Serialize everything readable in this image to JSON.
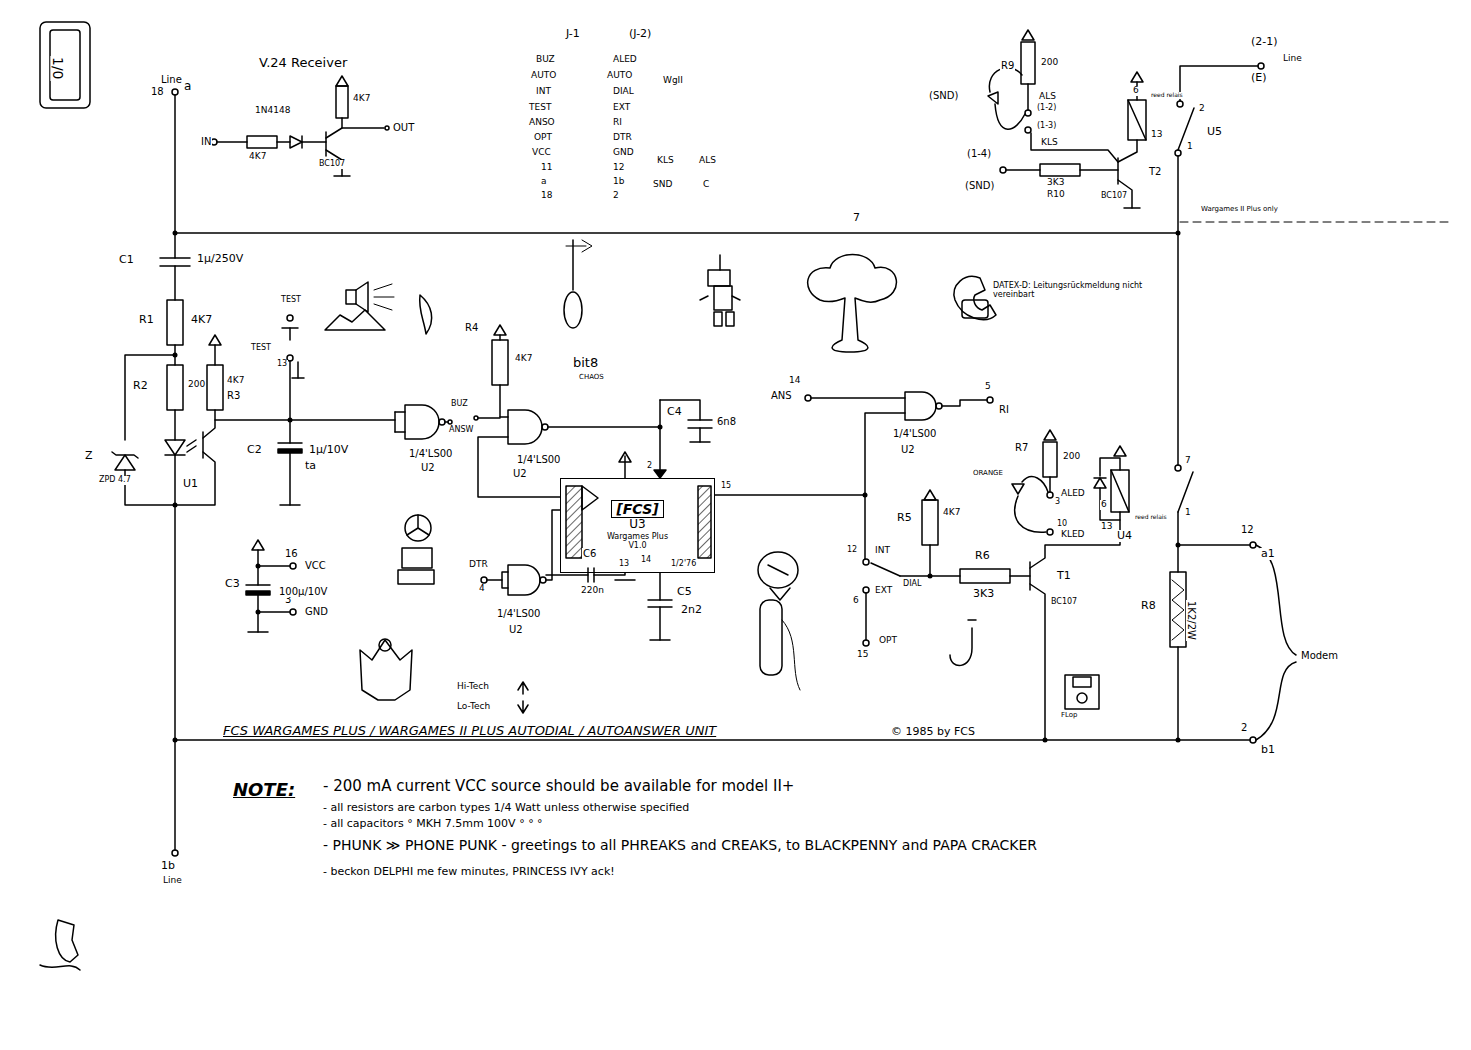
{
  "diagram": {
    "title": "FCS WARGAMES PLUS / WARGAMES II PLUS AUTODIAL / AUTOANSWER UNIT",
    "nodes": [
      {
        "text": [
          "[FCS]",
          "U3",
          "Wargames Plus",
          "V1.0"
        ]
      }
    ],
    "labels": [
      "1/0",
      "Line",
      "18",
      "a",
      "V.24 Receiver",
      "1N4148",
      "4K7",
      "OUT",
      "IN",
      "4K7",
      "BC107",
      "J-1",
      "(J-2)",
      "BUZ",
      "ALED",
      "AUTO",
      "AUTO",
      "WgII",
      "INT",
      "DIAL",
      "TEST",
      "EXT",
      "ANSO",
      "RI",
      "OPT",
      "DTR",
      "VCC",
      "GND",
      "KLS",
      "ALS",
      "11",
      "12",
      "a",
      "1b",
      "SND",
      "C",
      "18",
      "2",
      "R9",
      "200",
      "ALS",
      "(SND)",
      "(1-2)",
      "(1-3)",
      "KLS",
      "(1-4)",
      "(SND)",
      "3K3",
      "R10",
      "BC107",
      "T2",
      "6",
      "13",
      "2",
      "1",
      "U5",
      "(2-1)",
      "Line",
      "(E)",
      "Wargames II Plus only",
      "7",
      "C1",
      "1µ/250V",
      "R1",
      "4K7",
      "R2",
      "200",
      "Z",
      "ZPD 4.7",
      "4K7",
      "R3",
      "U1",
      "TEST",
      "TEST",
      "13",
      "C2",
      "1µ/10V",
      "ta",
      "1/4'LS00",
      "U2",
      "BUZ",
      "ANSW",
      "R4",
      "4K7",
      "1/4'LS00",
      "U2",
      "C4",
      "6n8",
      "2",
      "15",
      "13",
      "14",
      "1/2'76",
      "C6",
      "220n",
      "C5",
      "2n2",
      "DTR",
      "4",
      "1/4'LS00",
      "U2",
      "ANS",
      "14",
      "1/4'LS00",
      "U2",
      "5",
      "RI",
      "R7",
      "200",
      "ALED",
      "ORANGE",
      "3",
      "10",
      "KLED",
      "R5",
      "4K7",
      "12",
      "INT",
      "DIAL",
      "6",
      "EXT",
      "R6",
      "3K3",
      "BC107",
      "T1",
      "OPT",
      "15",
      "7",
      "6",
      "13",
      "1",
      "reed relais",
      "U4",
      "12",
      "a1",
      "R8",
      "1K2/2W",
      "Modem",
      "2",
      "b1",
      "1b",
      "Line",
      "16",
      "VCC",
      "3",
      "GND",
      "C3",
      "100µ/10V",
      "Hi-Tech",
      "Lo-Tech",
      "bit8",
      "CHAOS",
      "DATEX-D: Leitungsrückmeldung nicht vereinbart",
      "FLop",
      "reed relais",
      "© 1985 by FCS",
      "NOTE:",
      "- 200 mA current VCC source should be available for model II+",
      "- all resistors are carbon types 1/4 Watt unless otherwise specified",
      "- all capacitors ° MKH 7.5mm 100V ° ° °",
      "- PHUNK ≫ PHONE PUNK - greetings to all PHREAKS and CREAKS, to BLACKPENNY and PAPA CRACKER",
      "- beckon DELPHI me few minutes, PRINCESS IVY ack!"
    ]
  }
}
